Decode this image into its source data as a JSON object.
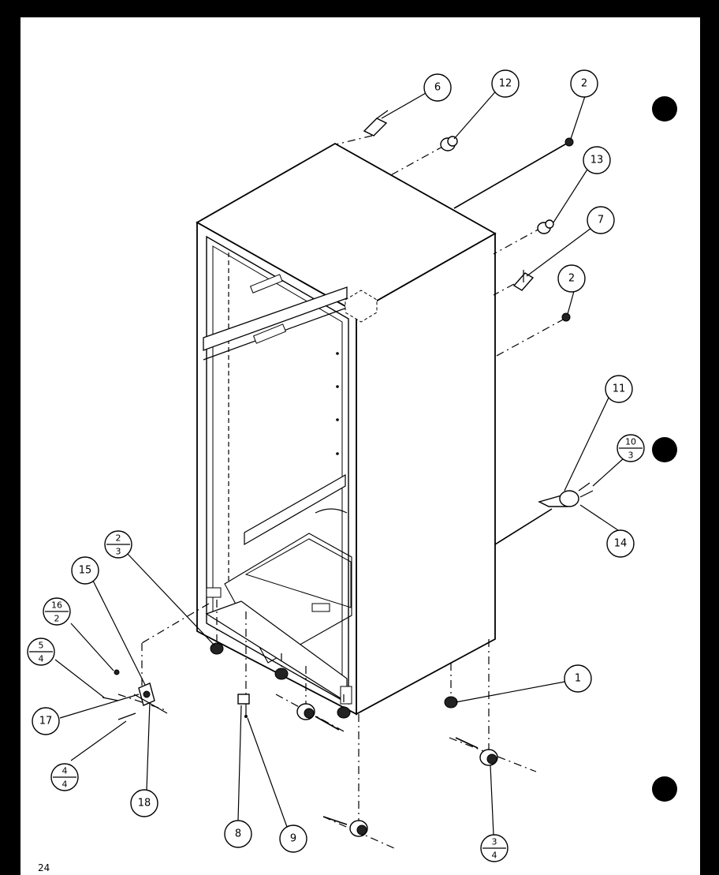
{
  "page_number": "24",
  "callouts": {
    "c1": "1",
    "c2a": "2",
    "c2b": "2",
    "c6": "6",
    "c7": "7",
    "c8": "8",
    "c9": "9",
    "c11": "11",
    "c12": "12",
    "c13": "13",
    "c14": "14",
    "c15": "15",
    "c17": "17",
    "c18": "18"
  },
  "fraction_callouts": {
    "f10_3": {
      "top": "10",
      "bottom": "3"
    },
    "f2_3": {
      "top": "2",
      "bottom": "3"
    },
    "f16_2": {
      "top": "16",
      "bottom": "2"
    },
    "f5_4": {
      "top": "5",
      "bottom": "4"
    },
    "f4_4": {
      "top": "4",
      "bottom": "4"
    },
    "f3_4": {
      "top": "3",
      "bottom": "4"
    }
  },
  "colors": {
    "ink": "#000000",
    "paper": "#ffffff"
  }
}
